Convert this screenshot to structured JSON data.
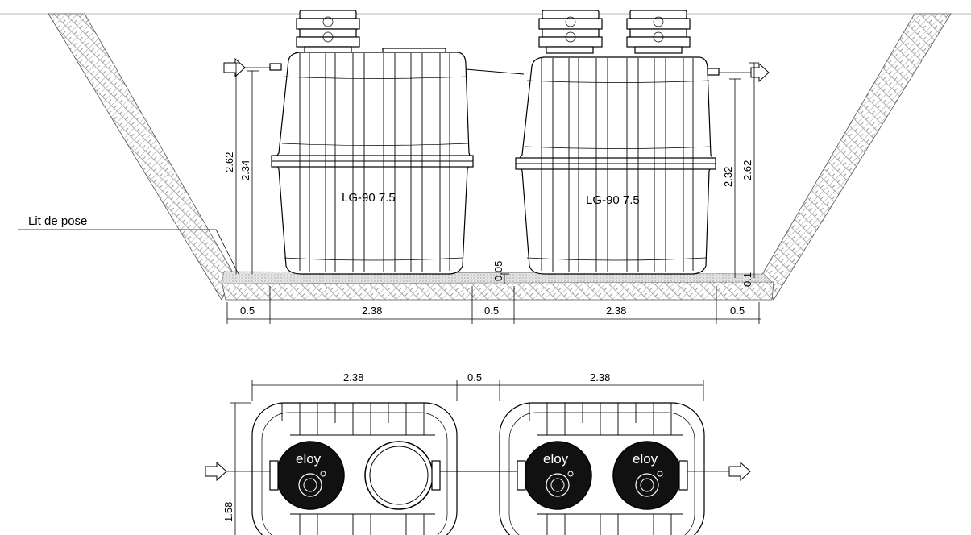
{
  "section_view": {
    "bedding_label": "Lit de pose",
    "tank1_label": "LG-90 7.5",
    "tank2_label": "LG-90 7.5",
    "dim_tank1_height": "2.62",
    "dim_tank1_inlet": "2.34",
    "dim_tank2_outlet": "2.32",
    "dim_tank2_height": "2.62",
    "dim_bed_thickness": "0.05",
    "dim_right_offset": "0.1",
    "bottom_dims": [
      "0.5",
      "2.38",
      "0.5",
      "2.38",
      "0.5"
    ]
  },
  "plan_view": {
    "top_dims": [
      "2.38",
      "0.5",
      "2.38"
    ],
    "width_dim": "1.58",
    "brand": "eloy"
  }
}
